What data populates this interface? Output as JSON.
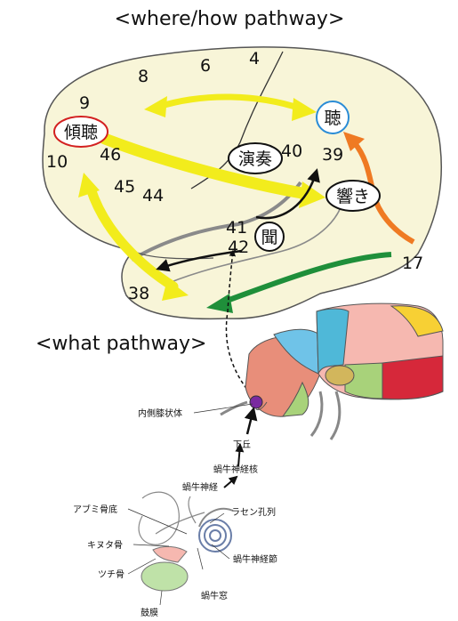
{
  "titles": {
    "where_how": "<where/how pathway>",
    "what": "<what pathway>"
  },
  "areas": {
    "a8": "8",
    "a6": "6",
    "a4": "4",
    "a9": "9",
    "a10": "10",
    "a46": "46",
    "a45": "45",
    "a44": "44",
    "a40": "40",
    "a39": "39",
    "a41": "41",
    "a42": "42",
    "a38": "38",
    "a17": "17"
  },
  "circled": {
    "keicho": "傾聴",
    "cho": "聴",
    "ensou": "演奏",
    "hibiki": "響き",
    "bun": "聞"
  },
  "anatomy": {
    "lgn": "内側膝状体",
    "inferior_colliculus": "下丘",
    "cochlear_nucleus": "蝸牛神経核",
    "cochlear_nerve": "蝸牛神経",
    "spiral_lamina": "ラセン孔列",
    "stapes_base": "アブミ骨底",
    "incus": "キヌタ骨",
    "malleus": "ツチ骨",
    "spiral_ganglion": "蝸牛神経節",
    "eardrum": "鼓膜",
    "round_window": "蝸牛窓"
  },
  "colors": {
    "brain_fill": "#f8f5d8",
    "yellow_arrow": "#f2ec1c",
    "orange_arrow": "#ef7a23",
    "green_arrow": "#1f8f3a",
    "red_circle": "#d32020",
    "blue_circle": "#2a8cd6"
  }
}
